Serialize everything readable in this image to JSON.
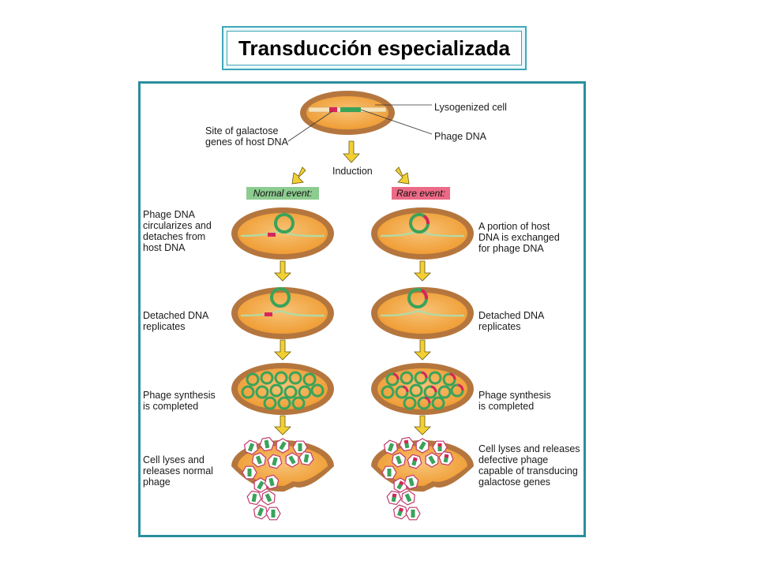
{
  "title": "Transducción especializada",
  "labels": {
    "lysogenized_cell": "Lysogenized cell",
    "phage_dna": "Phage DNA",
    "site_of_galactose": "Site of galactose\ngenes of host DNA",
    "induction": "Induction",
    "normal_event": "Normal event:",
    "rare_event": "Rare event:",
    "left_step1": "Phage DNA\ncircularizes and\ndetaches from\nhost DNA",
    "right_step1": "A portion of host\nDNA is exchanged\nfor phage DNA",
    "left_step2": "Detached DNA\nreplicates",
    "right_step2": "Detached DNA\nreplicates",
    "left_step3": "Phage synthesis\nis completed",
    "right_step3": "Phage synthesis\nis completed",
    "left_step4": "Cell lyses and\nreleases normal\nphage",
    "right_step4": "Cell lyses and releases\ndefective phage\ncapable of transducing\ngalactose genes"
  },
  "colors": {
    "cell_wall": "#b5763e",
    "cytoplasm": "#f4a640",
    "phage_dna": "#3aa35a",
    "galactose_genes": "#d8245a",
    "arrow": "#f2d033",
    "normal_tag": "#8ccc8f",
    "rare_tag": "#ec6a86",
    "frame": "#2a8f9c"
  },
  "icons": [
    "down-arrow-icon",
    "diagonal-arrow-icon",
    "phage-capsid-icon"
  ]
}
